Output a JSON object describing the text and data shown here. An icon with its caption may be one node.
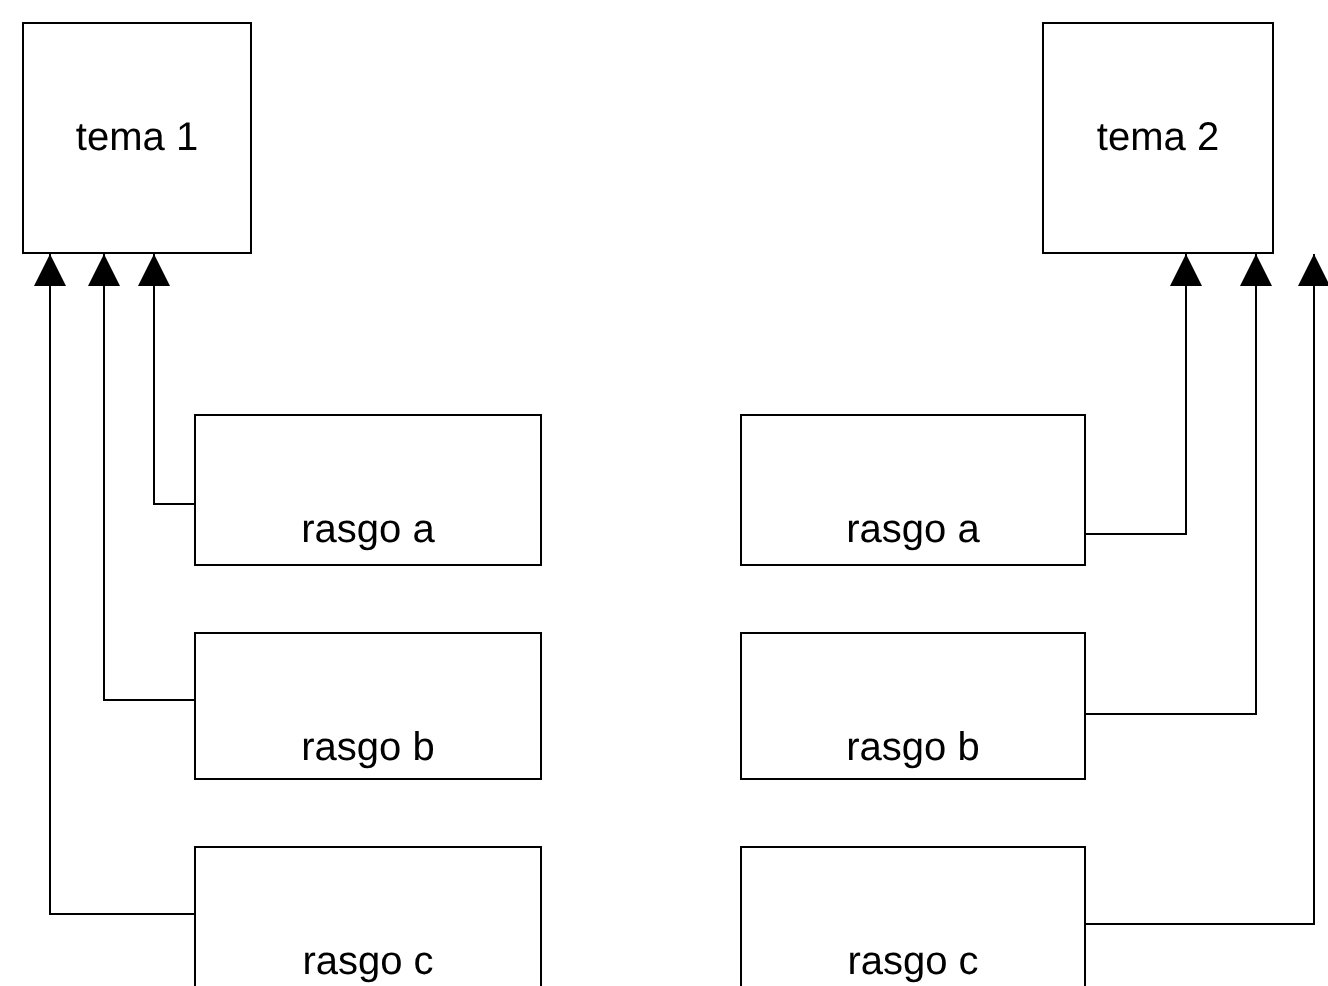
{
  "diagram": {
    "nodes": [
      {
        "text": [
          "tema 1"
        ]
      },
      {
        "text": [
          "tema 2"
        ]
      },
      {
        "text": [
          "rasgo a"
        ]
      },
      {
        "text": [
          "rasgo a"
        ]
      },
      {
        "text": [
          "rasgo b"
        ]
      },
      {
        "text": [
          "rasgo b"
        ]
      },
      {
        "text": [
          "rasgo c"
        ]
      },
      {
        "text": [
          "rasgo c"
        ]
      }
    ],
    "edges": [
      {
        "from": 2,
        "to": 0,
        "arrow": "to"
      },
      {
        "from": 4,
        "to": 0,
        "arrow": "to"
      },
      {
        "from": 6,
        "to": 0,
        "arrow": "to"
      },
      {
        "from": 3,
        "to": 1,
        "arrow": "to"
      },
      {
        "from": 5,
        "to": 1,
        "arrow": "to"
      },
      {
        "from": 7,
        "to": 1,
        "arrow": "to"
      }
    ]
  }
}
